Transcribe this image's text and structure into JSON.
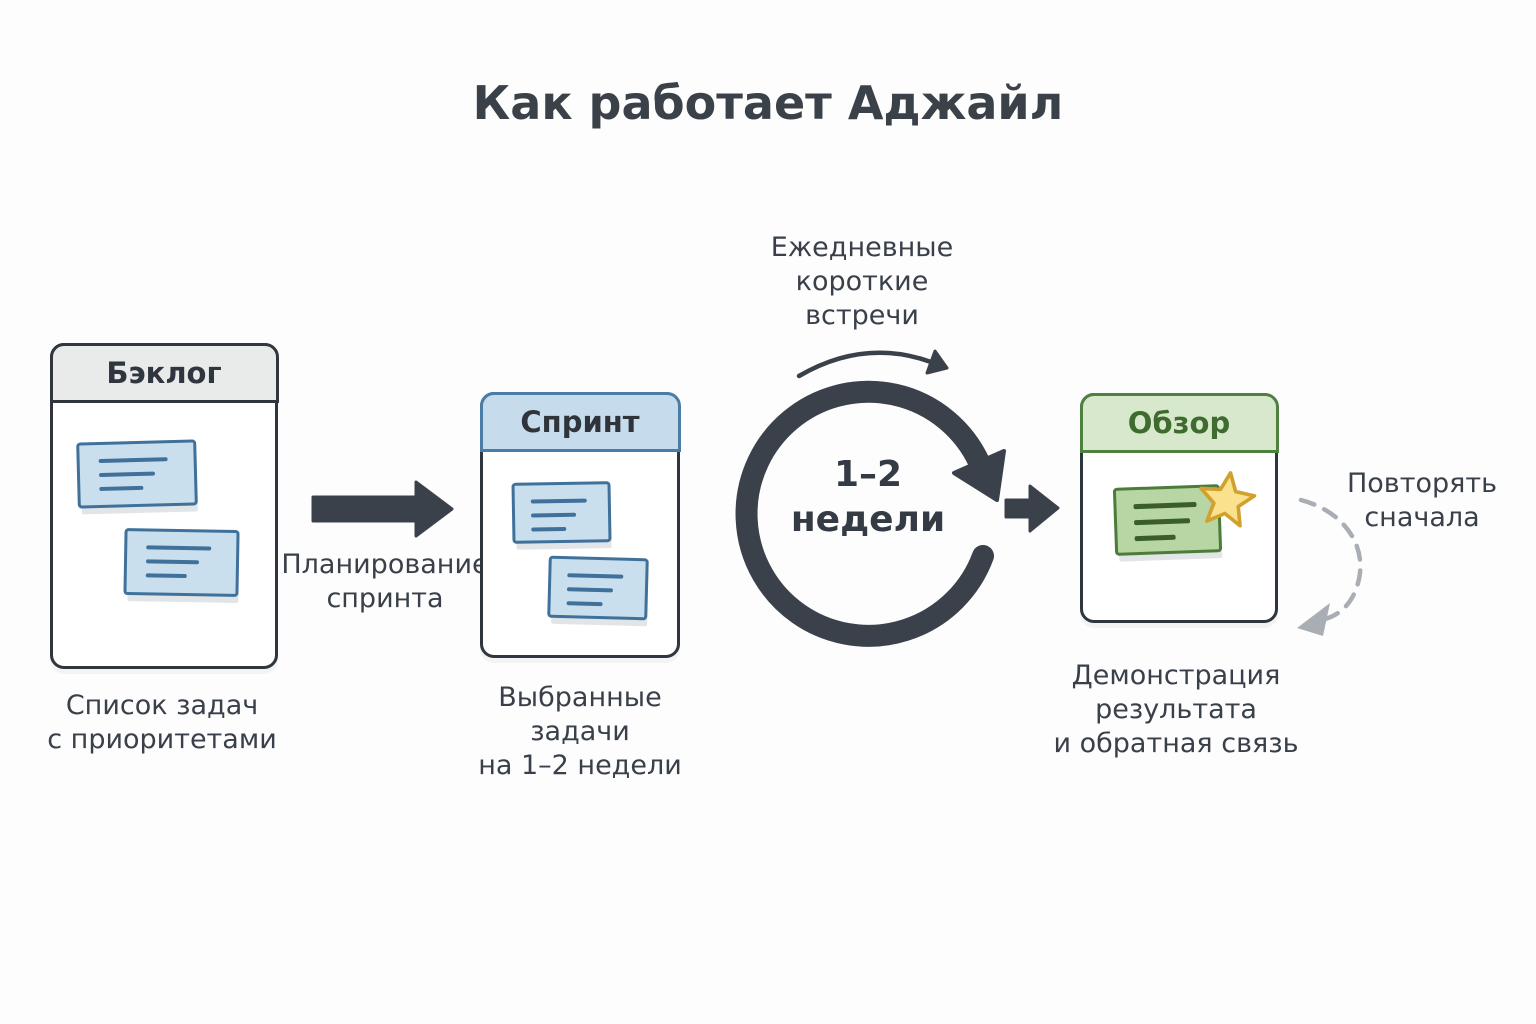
{
  "title": "Как работает Аджайл",
  "backlog": {
    "header": "Бэклог",
    "caption": "Список задач\nс приоритетами"
  },
  "planning": {
    "label": "Планирование\nспринта"
  },
  "sprint": {
    "header": "Спринт",
    "caption": "Выбранные\nзадачи\nна 1–2 недели"
  },
  "cycle": {
    "label": "Ежедневные\nкороткие\nвстречи",
    "duration": "1–2\nнедели"
  },
  "review": {
    "header": "Обзор",
    "caption": "Демонстрация\nрезультата\nи обратная связь"
  },
  "repeat": {
    "label": "Повторять\nсначала"
  },
  "colors": {
    "ink": "#3a414b",
    "text": "#39404a",
    "card_border": "#2f363d",
    "gray_header_bg": "#e9eaea",
    "blue_header_bg": "#c6dcec",
    "blue_header_border": "#4a7ca6",
    "blue_task_bg": "#c9dfee",
    "blue_task_border": "#40719b",
    "green_header_bg": "#d8e8cc",
    "green_header_border": "#4e8040",
    "green_header_text": "#3e6b2e",
    "green_task_bg": "#b8d5a4",
    "green_task_border": "#4c7c39",
    "star_fill": "#f9e18d",
    "star_stroke": "#d2a02d",
    "repeat_arrow_gray": "#a9aeb4"
  }
}
